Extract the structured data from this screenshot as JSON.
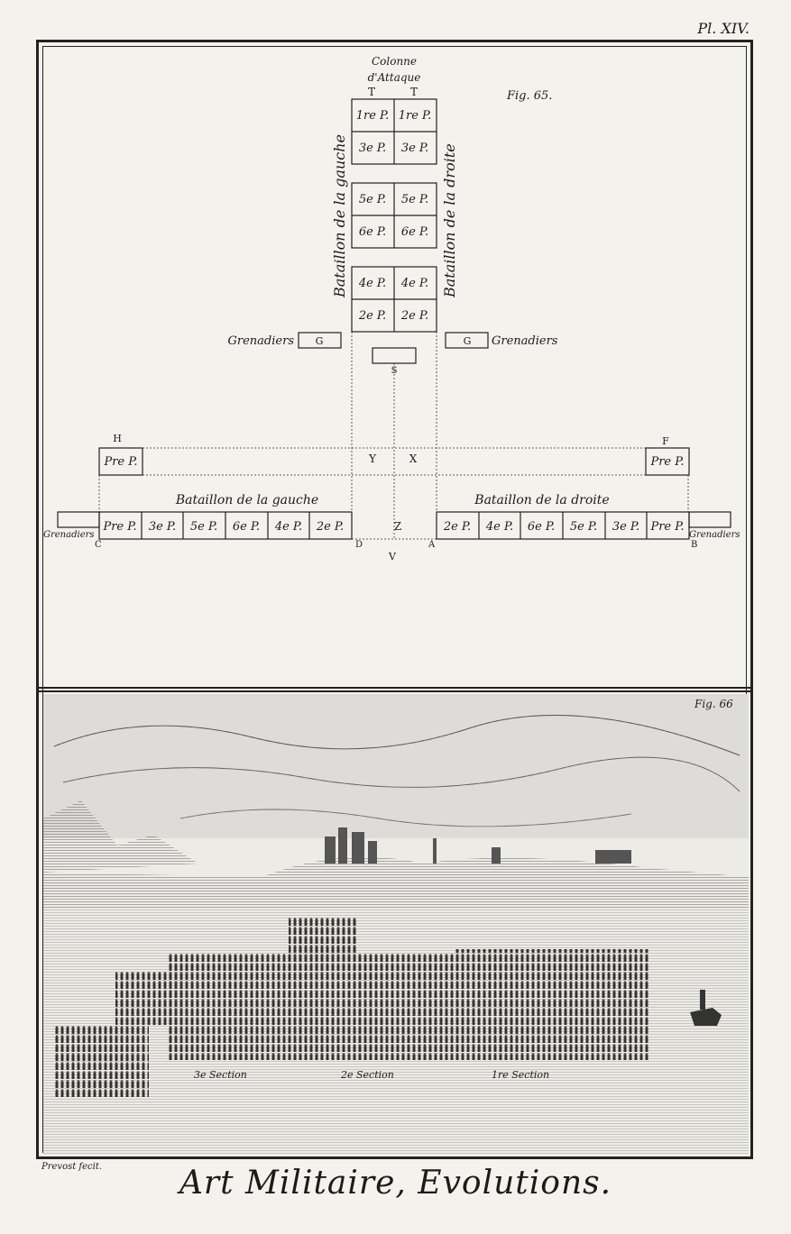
{
  "plate": "Pl. XIV.",
  "fig65": {
    "fig_label": "Fig. 65.",
    "column_title": [
      "Colonne",
      "d'Attaque"
    ],
    "T": "T",
    "battalion_left_vertical": "Bataillon de la gauche",
    "battalion_right_vertical": "Bataillon de la droite",
    "column_rows": [
      [
        "1re P.",
        "1re P."
      ],
      [
        "3e P.",
        "3e P."
      ],
      [
        "5e P.",
        "5e P."
      ],
      [
        "6e P.",
        "6e P."
      ],
      [
        "4e P.",
        "4e P."
      ],
      [
        "2e P.",
        "2e P."
      ]
    ],
    "grenadiers": "Grenadiers",
    "G": "G",
    "S": "S",
    "H": "H",
    "F": "F",
    "Y": "Y",
    "X": "X",
    "Z": "Z",
    "V": "V",
    "A": "A",
    "B": "B",
    "C": "C",
    "D": "D",
    "prem": "Pre P.",
    "battalion_left": "Bataillon de la gauche",
    "battalion_right": "Bataillon de la droite",
    "left_line": [
      "Pre P.",
      "3e P.",
      "5e P.",
      "6e P.",
      "4e P.",
      "2e P."
    ],
    "right_line": [
      "2e P.",
      "4e P.",
      "6e P.",
      "5e P.",
      "3e P.",
      "Pre P."
    ]
  },
  "fig66": {
    "fig_label": "Fig. 66",
    "sections": [
      "3e Section",
      "2e Section",
      "1re Section"
    ]
  },
  "engraver": "Prevost fecit.",
  "title": "Art Militaire, Evolutions."
}
